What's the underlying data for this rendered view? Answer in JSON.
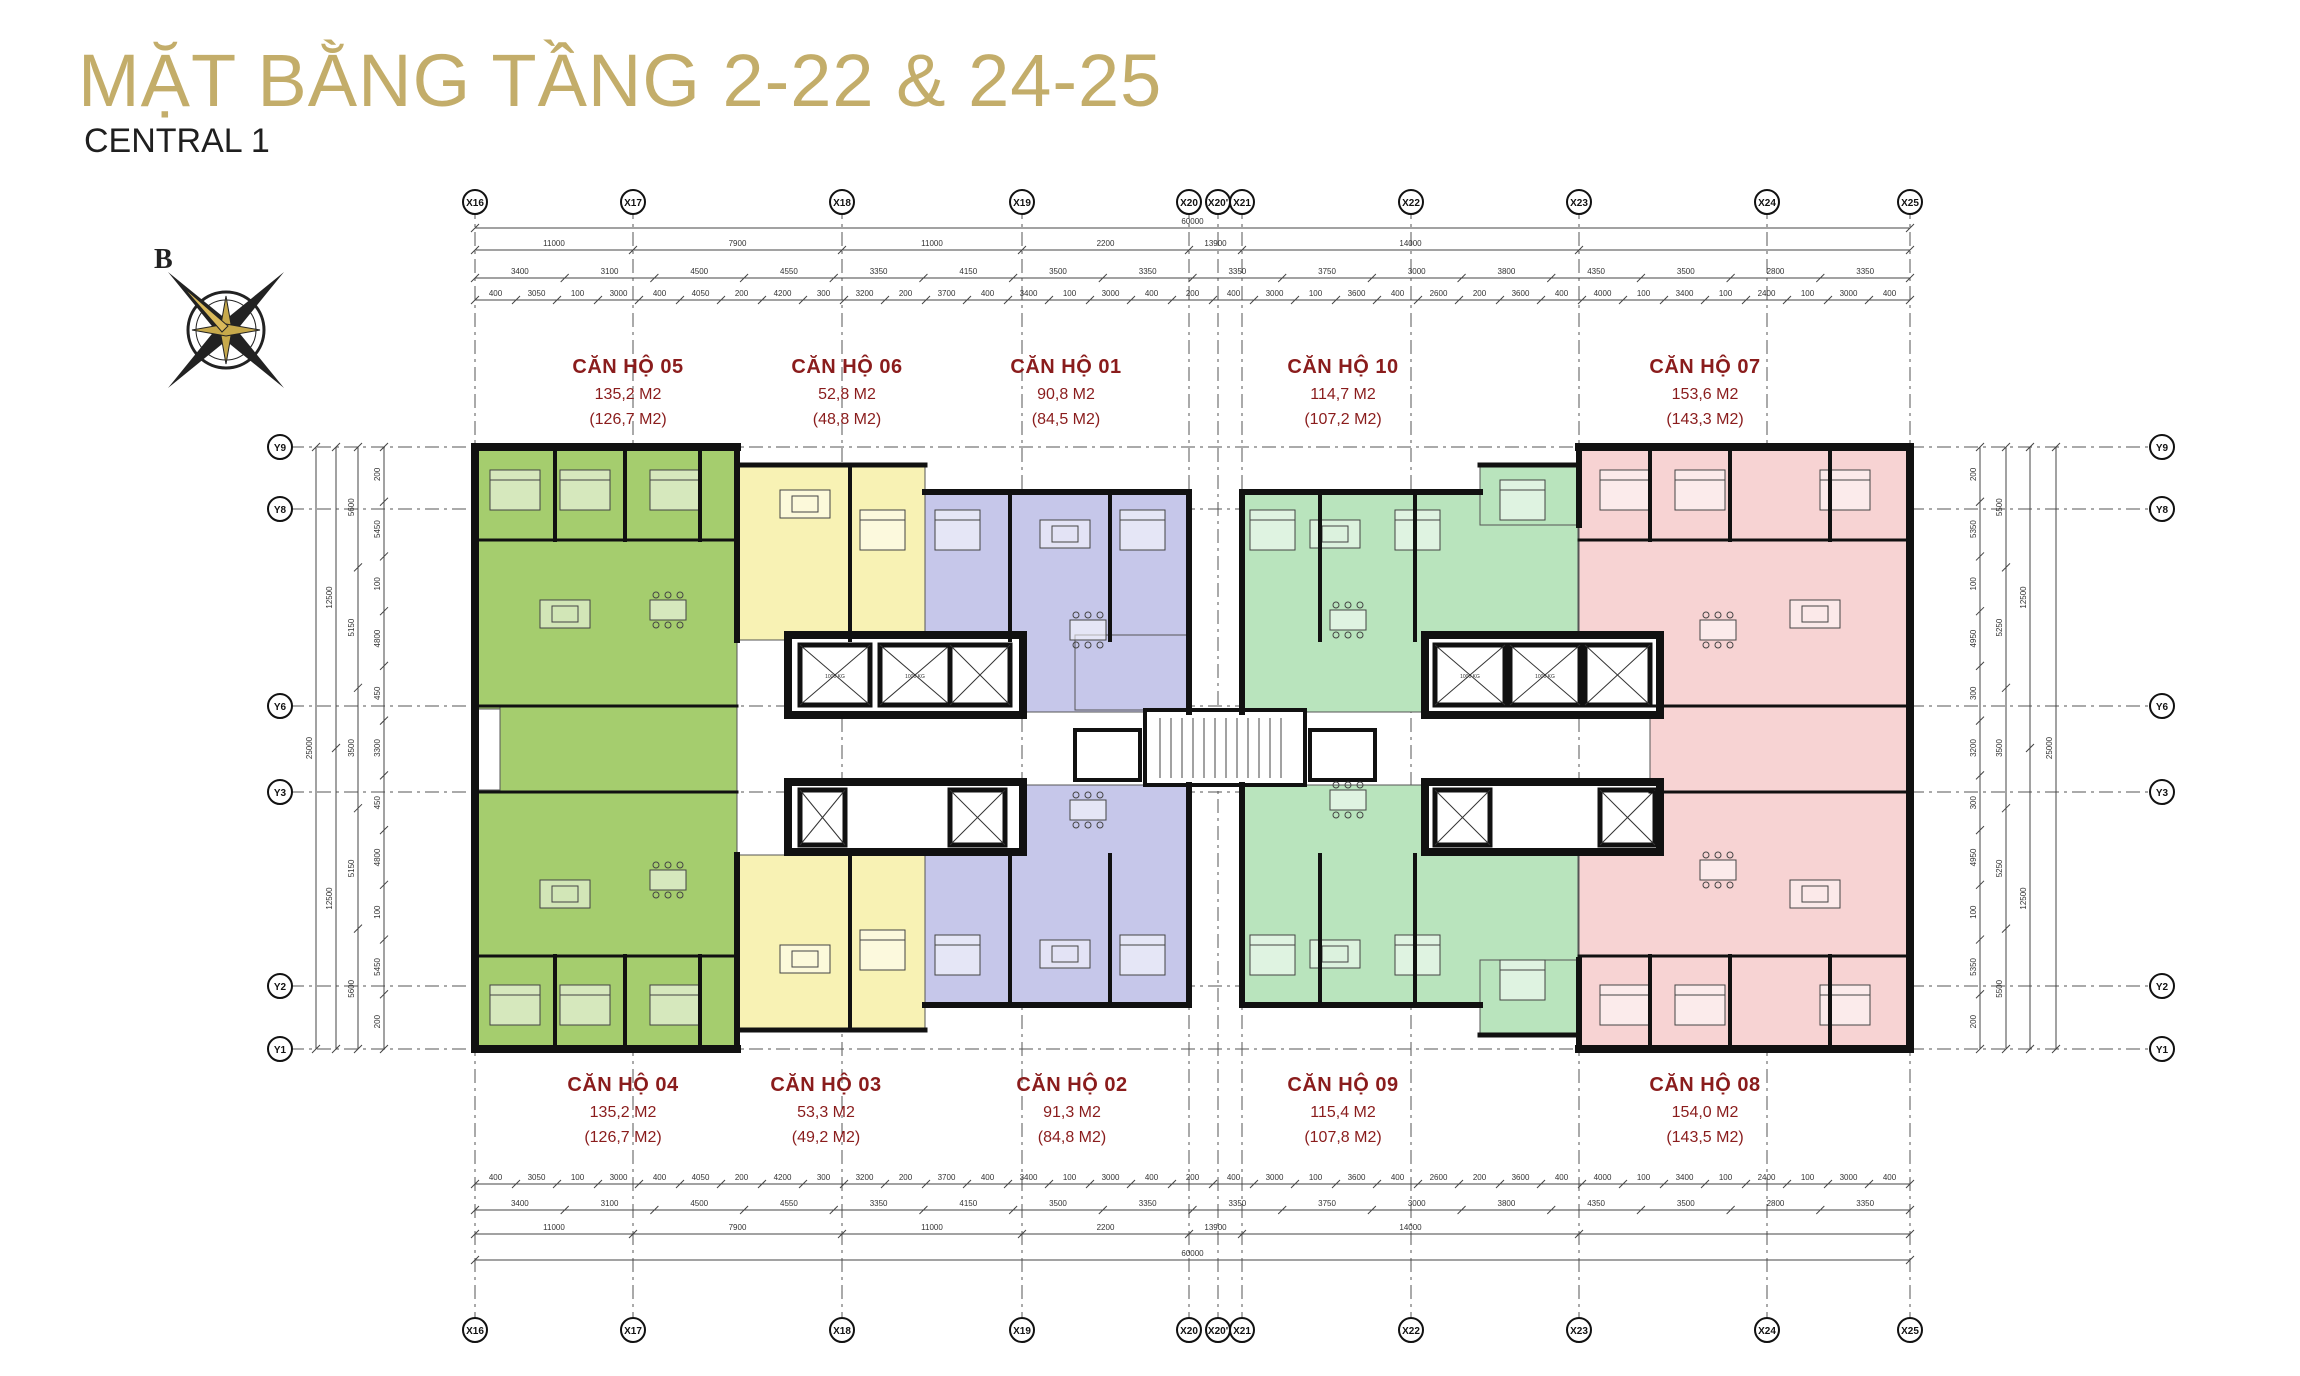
{
  "title": "MẶT BẰNG TẦNG 2-22 & 24-25",
  "subtitle": "CENTRAL 1",
  "compass_letter": "B",
  "colors": {
    "title": "#c3ad6a",
    "label": "#8a1c1c",
    "green_dark": "#a5cd6e",
    "yellow": "#f8f2b4",
    "lavender": "#c6c7ea",
    "green_light": "#b9e4bd",
    "pink": "#f7d3d3"
  },
  "axes_x": [
    "X16",
    "X17",
    "X18",
    "X19",
    "X20",
    "X20'",
    "X21",
    "X22",
    "X23",
    "X24",
    "X25"
  ],
  "axes_y": [
    "Y9",
    "Y8",
    "Y6",
    "Y3",
    "Y2",
    "Y1"
  ],
  "apartments_top": [
    {
      "name": "CĂN HỘ 05",
      "area": "135,2 M2",
      "net": "(126,7 M2)"
    },
    {
      "name": "CĂN HỘ 06",
      "area": "52,8 M2",
      "net": "(48,8 M2)"
    },
    {
      "name": "CĂN HỘ 01",
      "area": "90,8 M2",
      "net": "(84,5 M2)"
    },
    {
      "name": "CĂN HỘ 10",
      "area": "114,7 M2",
      "net": "(107,2 M2)"
    },
    {
      "name": "CĂN HỘ 07",
      "area": "153,6 M2",
      "net": "(143,3 M2)"
    }
  ],
  "apartments_bottom": [
    {
      "name": "CĂN HỘ 04",
      "area": "135,2 M2",
      "net": "(126,7 M2)"
    },
    {
      "name": "CĂN HỘ 03",
      "area": "53,3 M2",
      "net": "(49,2 M2)"
    },
    {
      "name": "CĂN HỘ 02",
      "area": "91,3 M2",
      "net": "(84,8 M2)"
    },
    {
      "name": "CĂN HỘ 09",
      "area": "115,4 M2",
      "net": "(107,8 M2)"
    },
    {
      "name": "CĂN HỘ 08",
      "area": "154,0 M2",
      "net": "(143,5 M2)"
    }
  ],
  "dims": {
    "total": "60000",
    "row1": [
      "11000",
      "7900",
      "11000",
      "2200",
      "13900",
      "14000"
    ],
    "row2": [
      "3400",
      "3100",
      "4500",
      "4550",
      "3350",
      "4150",
      "3500",
      "3350",
      "3350",
      "3750",
      "3000",
      "3800",
      "4350",
      "3500",
      "2800",
      "3350"
    ],
    "row3": [
      "400",
      "3050",
      "100",
      "3000",
      "400",
      "4050",
      "200",
      "4200",
      "300",
      "3200",
      "200",
      "3700",
      "400",
      "3400",
      "100",
      "3000",
      "400",
      "200",
      "400",
      "3000",
      "100",
      "3600",
      "400",
      "2600",
      "200",
      "3600",
      "400",
      "4000",
      "100",
      "3400",
      "100",
      "2400",
      "100",
      "3000",
      "400"
    ],
    "left_total": "25000",
    "left_a": [
      "12500",
      "12500"
    ],
    "left_b": [
      "5600",
      "5150",
      "3500",
      "5150",
      "5600"
    ],
    "left_c": [
      "200",
      "5450",
      "100",
      "4800",
      "450",
      "3300",
      "450",
      "4800",
      "100",
      "5450",
      "200"
    ],
    "right_total": "25000",
    "right_a": [
      "12500",
      "12500"
    ],
    "right_b": [
      "5500",
      "5250",
      "3500",
      "5250",
      "5500"
    ],
    "right_c": [
      "200",
      "5350",
      "100",
      "4950",
      "300",
      "3200",
      "300",
      "4950",
      "100",
      "5350",
      "200"
    ]
  },
  "lift_capacity": "1000 KG"
}
